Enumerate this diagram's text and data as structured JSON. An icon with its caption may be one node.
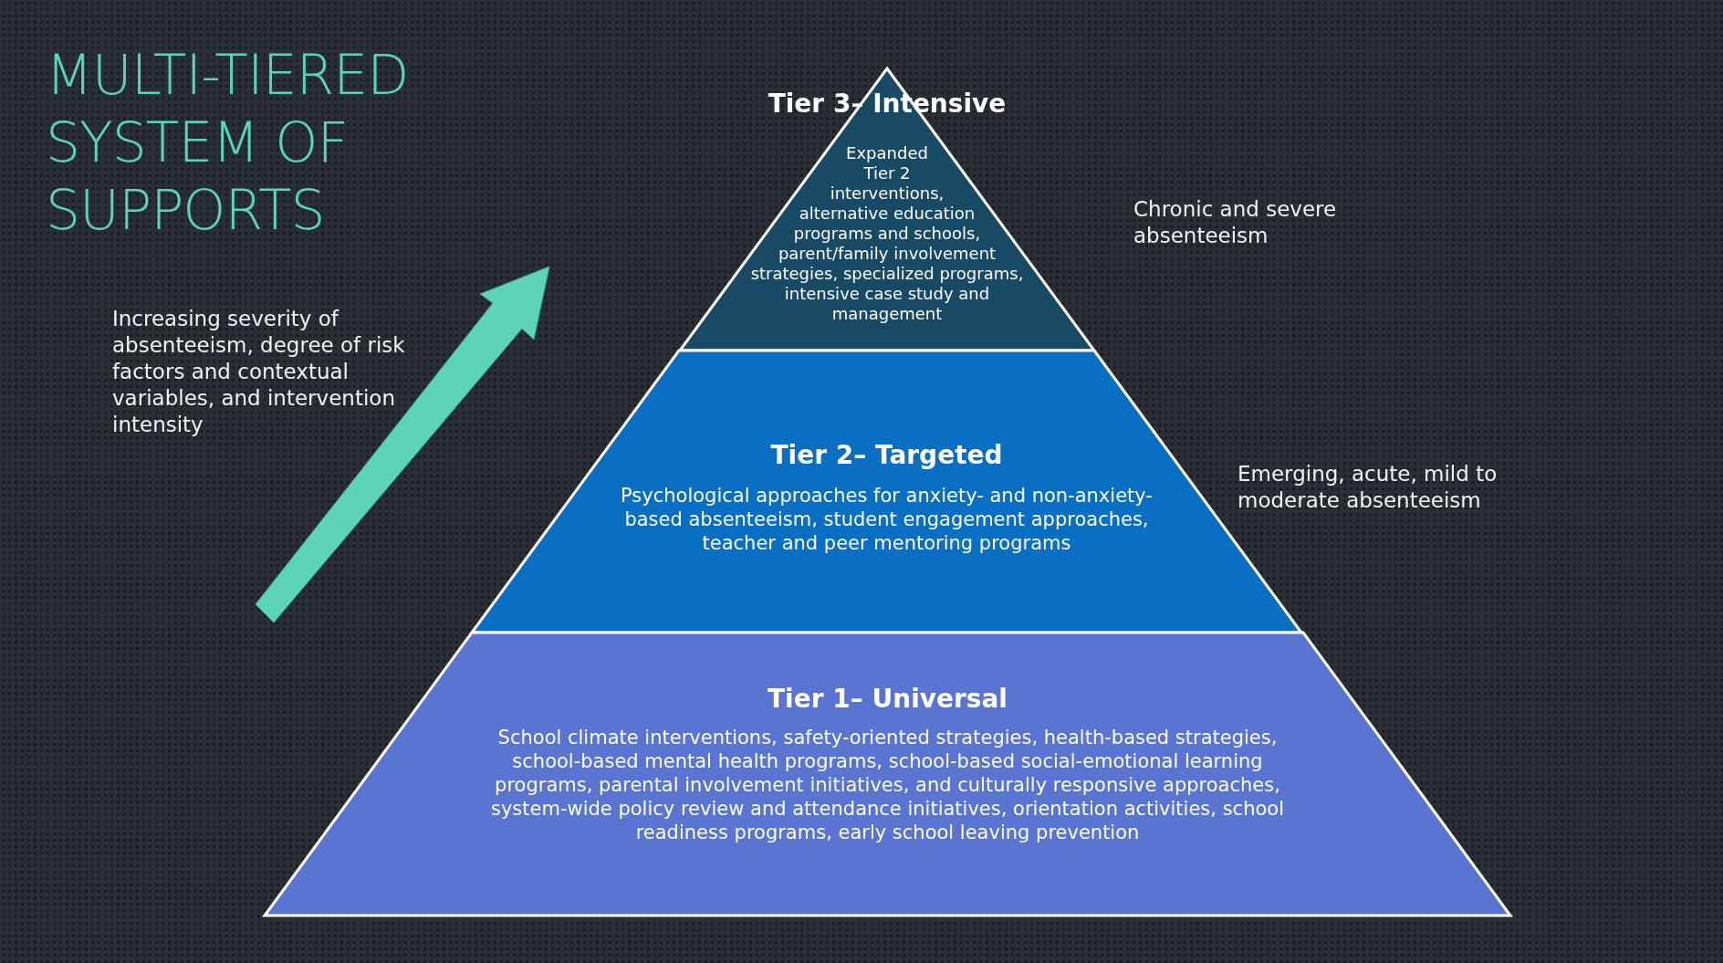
{
  "diagram": {
    "title": "MULTI-TIERED SYSTEM OF SUPPORTS",
    "nodes": [
      {
        "text": [
          "Tier 3– Intensive",
          "Expanded Tier 2 interventions, alternative education programs and schools, parent/family involvement strategies, specialized programs, intensive case study and management"
        ],
        "beside": [
          "Chronic and severe absenteeism"
        ]
      },
      {
        "text": [
          "Tier 2– Targeted",
          "Psychological approaches for anxiety- and non-anxiety-based absenteeism, student engagement approaches, teacher and peer mentoring programs"
        ],
        "beside": [
          "Emerging, acute, mild to moderate absenteeism"
        ]
      },
      {
        "text": [
          "Tier 1– Universal",
          "School climate interventions, safety-oriented strategies, health-based strategies, school-based mental health programs, school-based social-emotional learning programs, parental involvement initiatives, and culturally responsive approaches, system-wide policy review and attendance initiatives, orientation activities, school readiness programs, early school leaving prevention"
        ]
      }
    ],
    "labels": [
      "Increasing severity of absenteeism, degree of risk factors and contextual variables, and intervention intensity"
    ]
  }
}
